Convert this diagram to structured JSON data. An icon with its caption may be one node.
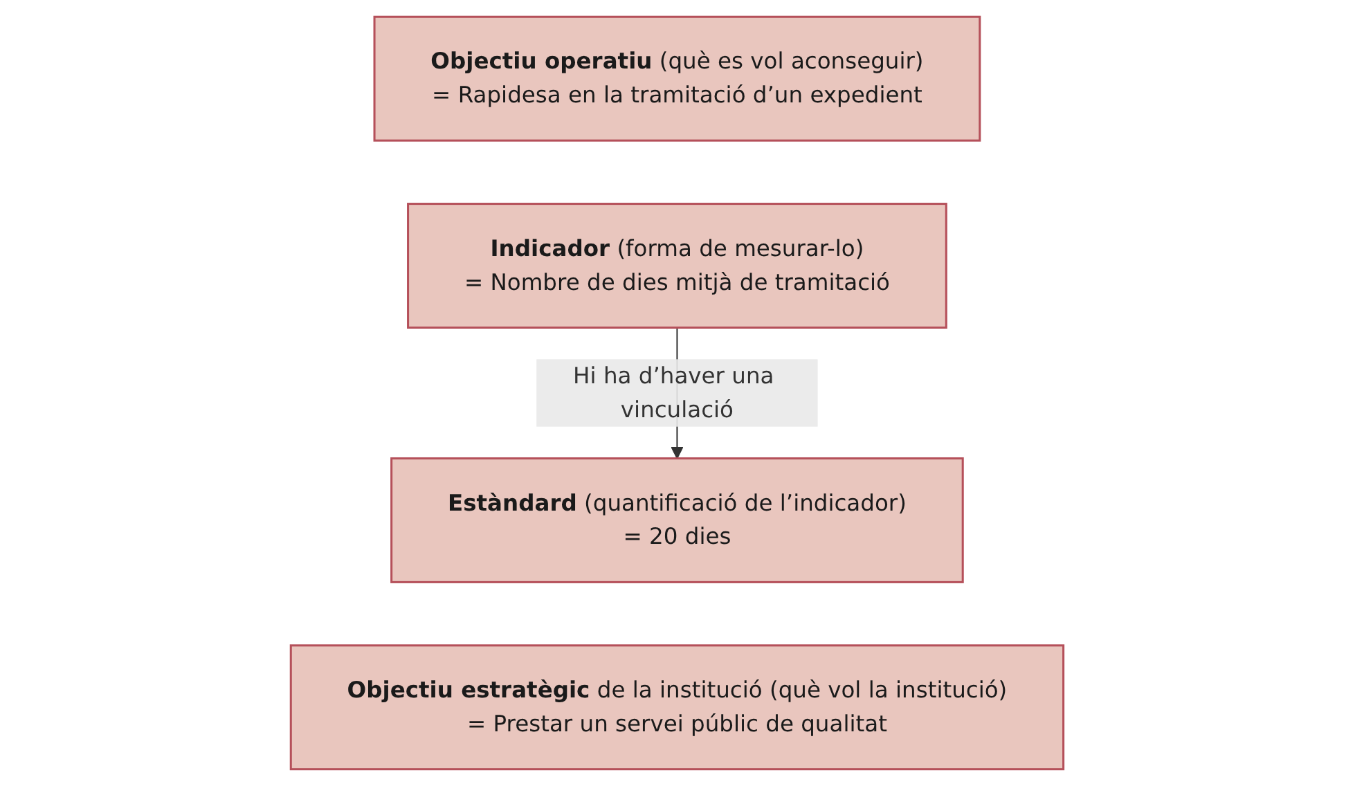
{
  "diagram": {
    "nodes": [
      {
        "text": [
          "**Objectiu operatiu** (què es vol aconseguir)",
          "= Rapidesa en la tramitació d’un expedient"
        ]
      },
      {
        "text": [
          "**Indicador** (forma de mesurar-lo)",
          "= Nombre de dies mitjà de tramitació"
        ]
      },
      {
        "text": [
          "**Estàndard** (quantificació de l’indicador)",
          "= 20 dies"
        ]
      },
      {
        "text": [
          "**Objectiu estratègic** de la institució (què vol la institució)",
          "= Prestar un servei públic de qualitat"
        ]
      }
    ],
    "edges": [
      {
        "from": 1,
        "to": 2,
        "arrow": "to",
        "label": "Hi ha d’haver una vinculació"
      }
    ]
  }
}
